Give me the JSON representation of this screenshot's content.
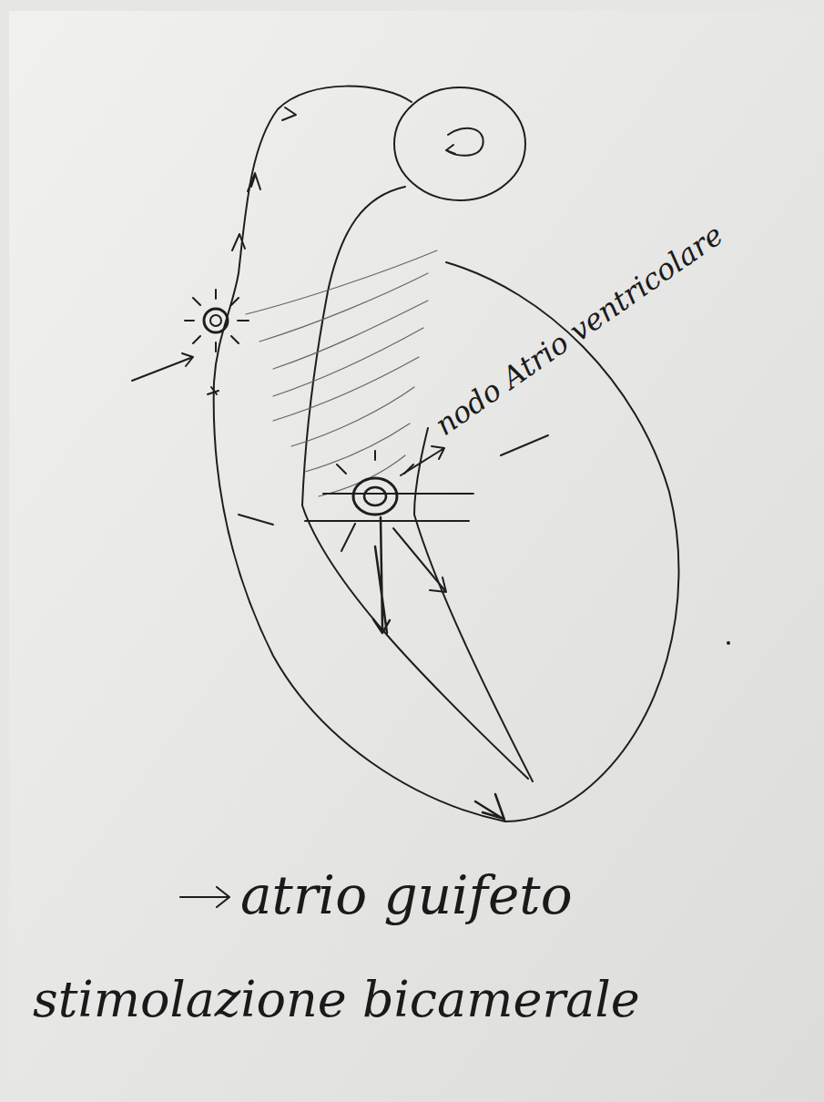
{
  "diagram": {
    "labels": [
      "nodo Atrio ventricolare",
      "atrio guifeto",
      "stimolazione bicamerale"
    ]
  }
}
